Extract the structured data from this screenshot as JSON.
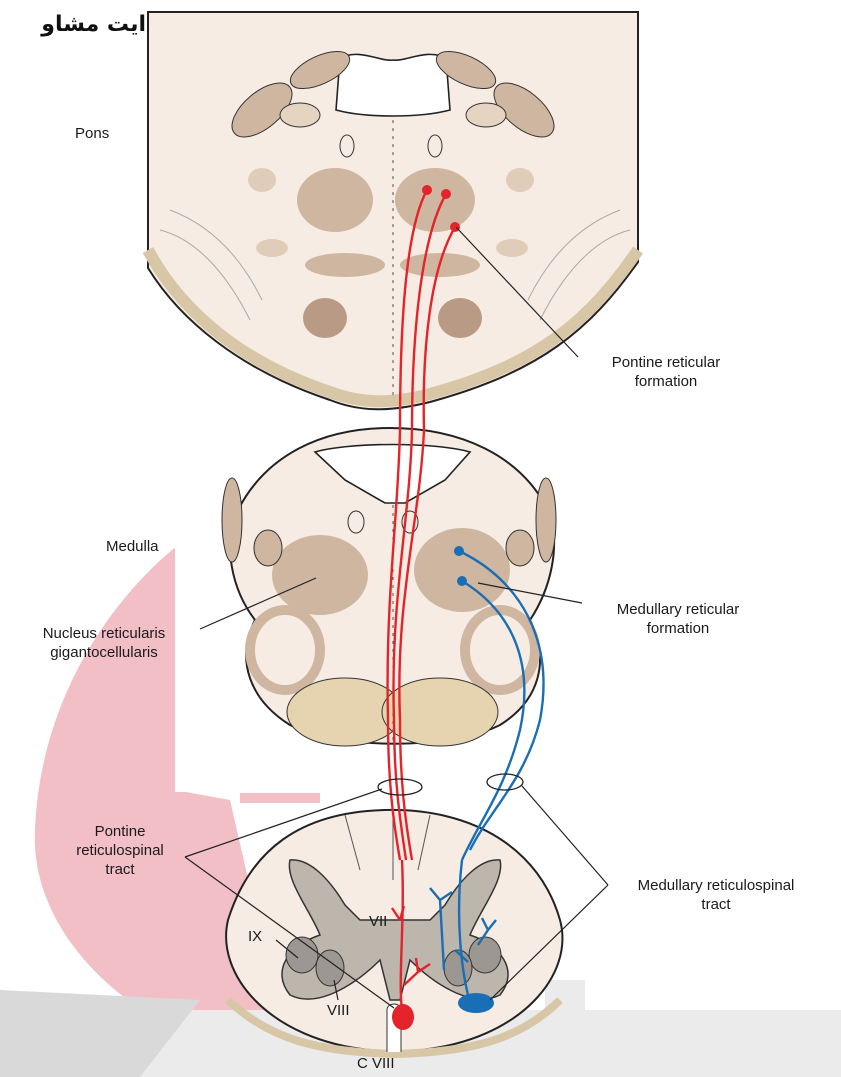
{
  "watermark_text": "ایت مشاو",
  "labels": {
    "pons": "Pons",
    "pontine_reticular_formation": [
      "Pontine reticular",
      "formation"
    ],
    "medulla": "Medulla",
    "nucleus_reticularis": [
      "Nucleus reticularis",
      "gigantocellularis"
    ],
    "medullary_reticular_formation": [
      "Medullary reticular",
      "formation"
    ],
    "pontine_reticulospinal_tract": [
      "Pontine",
      "reticulospinal",
      "tract"
    ],
    "medullary_reticulospinal_tract": [
      "Medullary reticulospinal",
      "tract"
    ],
    "level": "C VIII"
  },
  "laminae": {
    "vii": "VII",
    "viii": "VIII",
    "ix": "IX"
  },
  "colors": {
    "pontine_tract": "#e4232b",
    "medullary_tract": "#1a6eb5",
    "tissue": "#f7ece3",
    "nuclei": "#cfb6a0",
    "dark_nuclei": "#b99a84",
    "grey_matter": "#9c9790",
    "background_shape": "#f2bfc7"
  }
}
